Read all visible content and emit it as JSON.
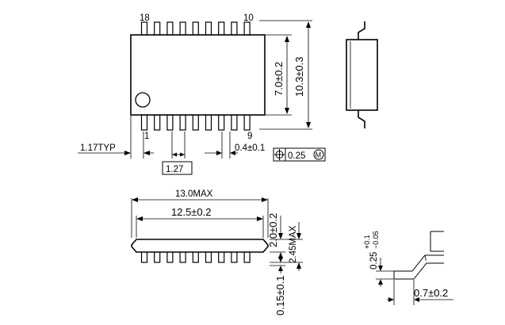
{
  "top_view": {
    "pin_label_18": "18",
    "pin_label_10": "10",
    "pin_label_1": "1",
    "pin_label_9": "9",
    "dim_width": "7.0±0.2",
    "dim_span": "10.3±0.3",
    "dim_edge": "1.17TYP",
    "dim_pitch": "1.27",
    "dim_lead_width": "0.4±0.1",
    "tolerance_value": "0.25",
    "tolerance_modifier": "M"
  },
  "front_view": {
    "dim_total_length": "13.0MAX",
    "dim_body_length": "12.5±0.2",
    "dim_body_height": "2.0±0.2",
    "dim_max_height": "2.45MAX",
    "dim_standoff": "0.15±0.1"
  },
  "detail_view": {
    "dim_lead_thickness": "0.25",
    "dim_lead_thickness_plus": "+0.1",
    "dim_lead_thickness_minus": "−0.05",
    "dim_foot_length": "0.7±0.2"
  }
}
